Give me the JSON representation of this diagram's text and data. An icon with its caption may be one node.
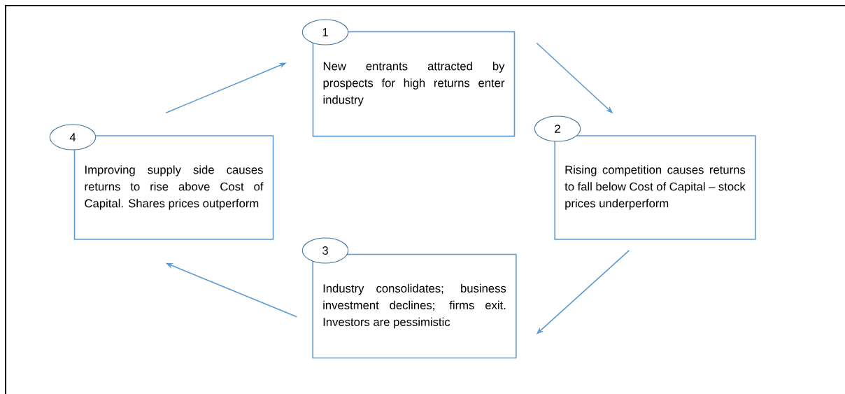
{
  "diagram": {
    "nodes": [
      {
        "text": [
          "New entrants attracted by prospects for high returns enter industry"
        ]
      },
      {
        "text": [
          "1"
        ]
      },
      {
        "text": [
          "Rising competition causes returns to fall below Cost of Capital – stock prices underperform"
        ]
      },
      {
        "text": [
          "2"
        ]
      },
      {
        "text": [
          "Industry consolidates; business investment declines; firms exit. Investors are pessimistic"
        ]
      },
      {
        "text": [
          "3"
        ]
      },
      {
        "text": [
          "Improving supply side causes returns to rise above Cost of Capital. Shares prices outperform"
        ]
      },
      {
        "text": [
          "4"
        ]
      }
    ],
    "edges": [
      {
        "from": 0,
        "to": 2,
        "arrow": "to"
      },
      {
        "from": 2,
        "to": 4,
        "arrow": "to"
      },
      {
        "from": 4,
        "to": 6,
        "arrow": "to"
      },
      {
        "from": 6,
        "to": 0,
        "arrow": "to"
      }
    ]
  }
}
